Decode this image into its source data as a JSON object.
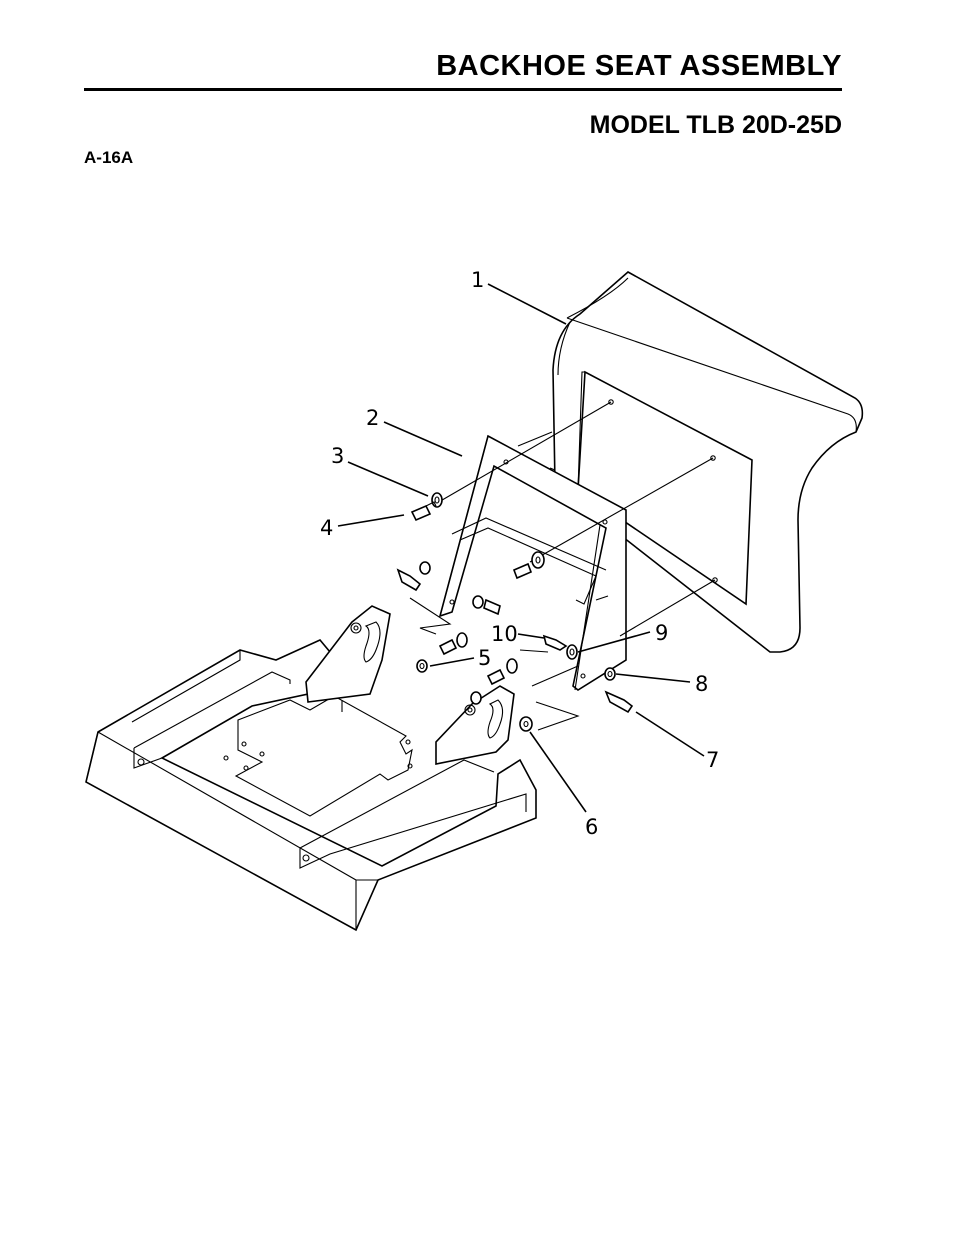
{
  "header": {
    "title": "BACKHOE SEAT ASSEMBLY",
    "subtitle": "MODEL TLB 20D-25D",
    "figure_ref": "A-16A"
  },
  "callouts": [
    "1",
    "2",
    "3",
    "4",
    "5",
    "6",
    "7",
    "8",
    "9",
    "10"
  ]
}
